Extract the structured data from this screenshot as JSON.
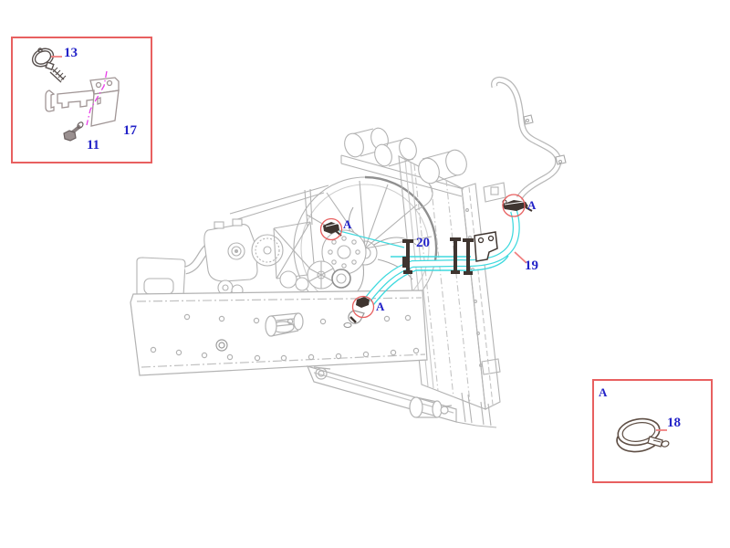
{
  "diagram": {
    "type": "parts-catalog-illustration",
    "subject": "engine-radiator-hose-assembly",
    "labels": {
      "part_13": "13",
      "part_17": "17",
      "part_11": "11",
      "part_20": "20",
      "part_19": "19",
      "part_18": "18",
      "marker_a": "A"
    },
    "colors": {
      "label_blue": "#2323c8",
      "callout_red": "#e86060",
      "leader_red": "#f08080",
      "hose_cyan": "#3fd9de",
      "centerline_magenta": "#e83ce8",
      "line_gray": "#b3b3b3",
      "dark_part": "#3f3530"
    }
  }
}
